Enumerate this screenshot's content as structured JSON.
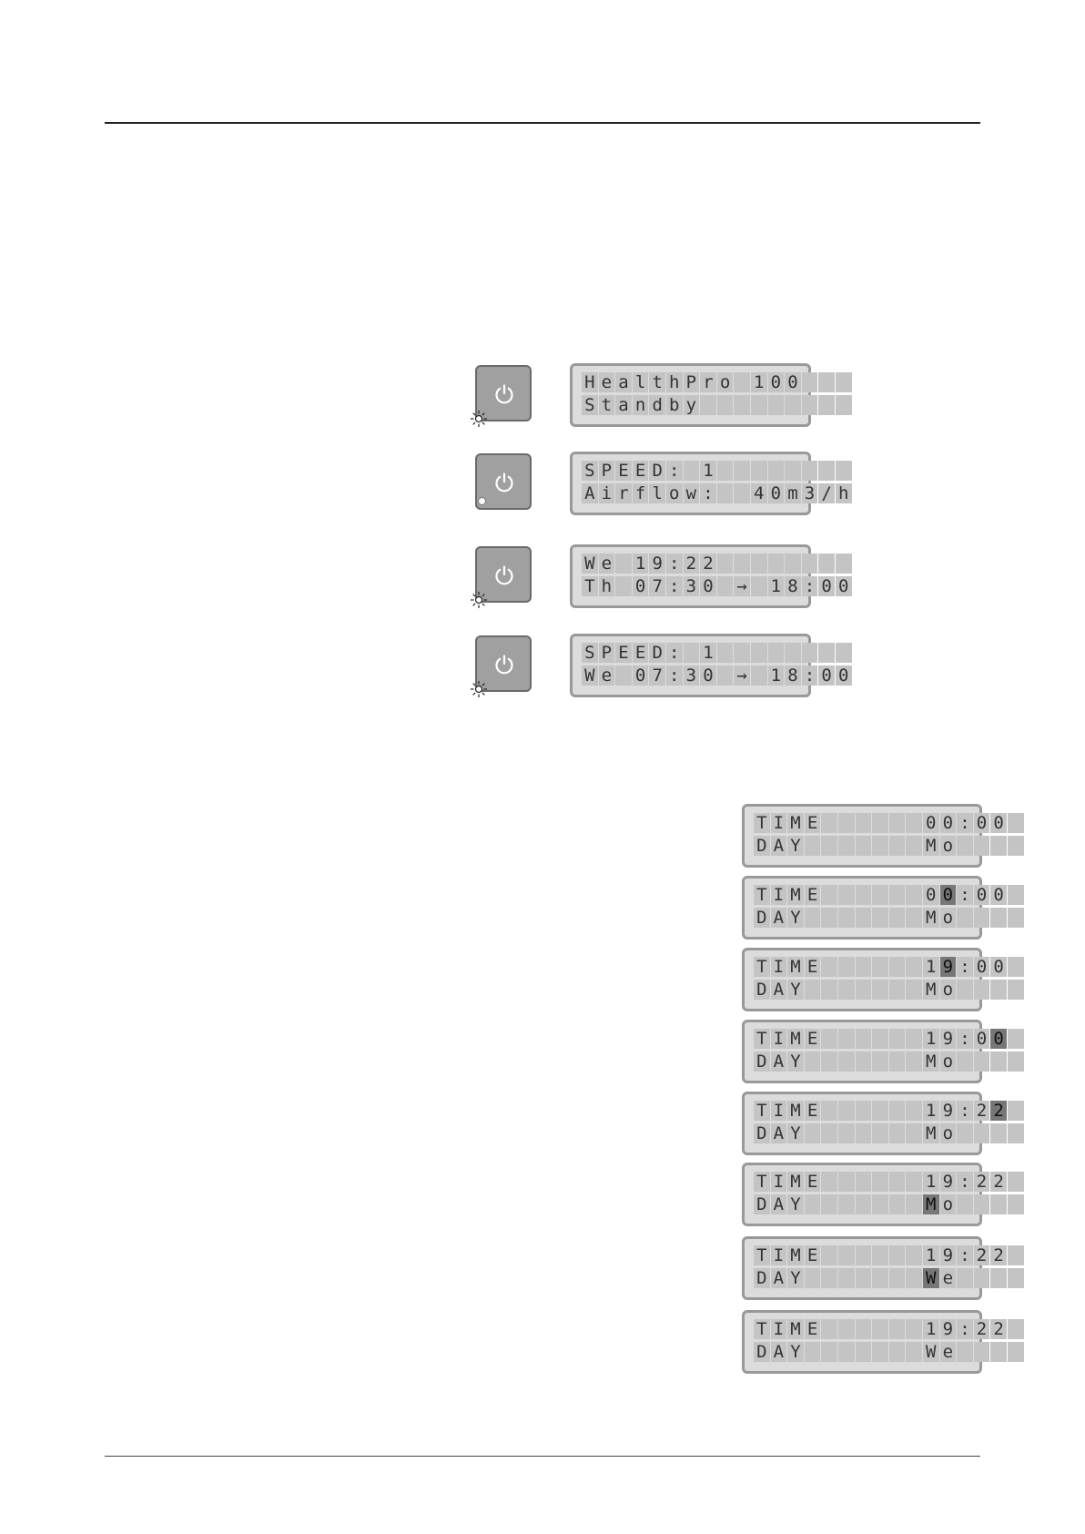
{
  "operation_displays": [
    {
      "line1": "HealthPro 100",
      "line2": "Standby",
      "button_led": "blinking",
      "button_icon": "power-icon"
    },
    {
      "line1": "SPEED: 1",
      "line2": "Airflow:  40m3/h",
      "button_led": "steady",
      "button_icon": "power-icon"
    },
    {
      "line1": "We 19:22",
      "line2": "Th 07:30 → 18:00",
      "button_led": "blinking",
      "button_icon": "power-icon"
    },
    {
      "line1": "SPEED: 1",
      "line2": "We 07:30 → 18:00",
      "button_led": "blinking",
      "button_icon": "power-icon"
    }
  ],
  "time_setting_displays": [
    {
      "line1": "TIME      00:00",
      "line2": "DAY       Mo",
      "highlight_row": null,
      "highlight_col": null
    },
    {
      "line1": "TIME      00:00",
      "line2": "DAY       Mo",
      "highlight_row": 1,
      "highlight_col": 11
    },
    {
      "line1": "TIME      19:00",
      "line2": "DAY       Mo",
      "highlight_row": 1,
      "highlight_col": 11
    },
    {
      "line1": "TIME      19:00",
      "line2": "DAY       Mo",
      "highlight_row": 1,
      "highlight_col": 14
    },
    {
      "line1": "TIME      19:22",
      "line2": "DAY       Mo",
      "highlight_row": 1,
      "highlight_col": 14
    },
    {
      "line1": "TIME      19:22",
      "line2": "DAY       Mo",
      "highlight_row": 2,
      "highlight_col": 10
    },
    {
      "line1": "TIME      19:22",
      "line2": "DAY       We",
      "highlight_row": 2,
      "highlight_col": 10
    },
    {
      "line1": "TIME      19:22",
      "line2": "DAY       We",
      "highlight_row": null,
      "highlight_col": null
    }
  ],
  "colors": {
    "lcd_bg": "#dcdcdc",
    "lcd_cell": "#c4c4c4",
    "lcd_cursor": "#777777",
    "button": "#a0a0a0"
  }
}
